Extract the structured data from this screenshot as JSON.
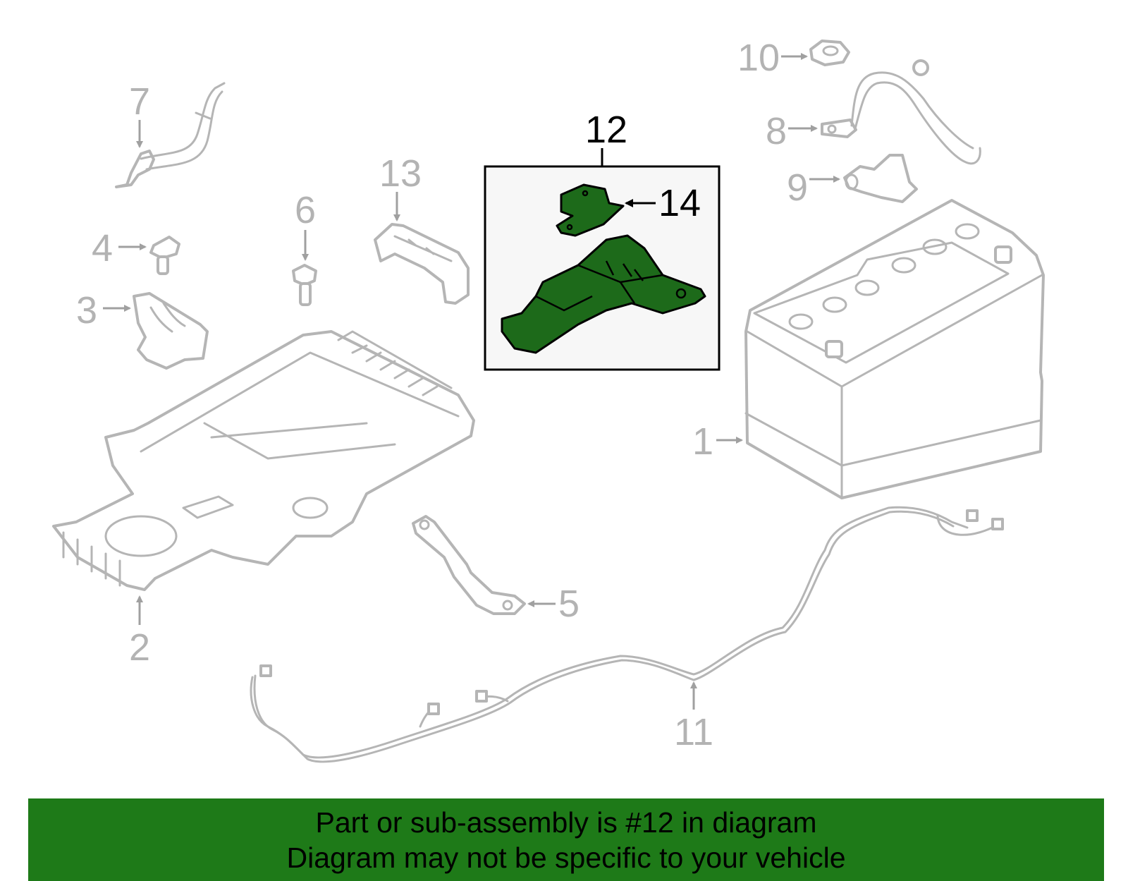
{
  "colors": {
    "accent_green": "#1e7a18",
    "part_green": "#1d6a1a",
    "outline_gray": "#b5b5b5"
  },
  "callouts": {
    "c1": "1",
    "c2": "2",
    "c3": "3",
    "c4": "4",
    "c5": "5",
    "c6": "6",
    "c7": "7",
    "c8": "8",
    "c9": "9",
    "c10": "10",
    "c11": "11",
    "c12": "12",
    "c13": "13",
    "c14": "14"
  },
  "footer": {
    "line1": "Part or sub-assembly is #12 in diagram",
    "line2": "Diagram may not be specific to your vehicle"
  }
}
